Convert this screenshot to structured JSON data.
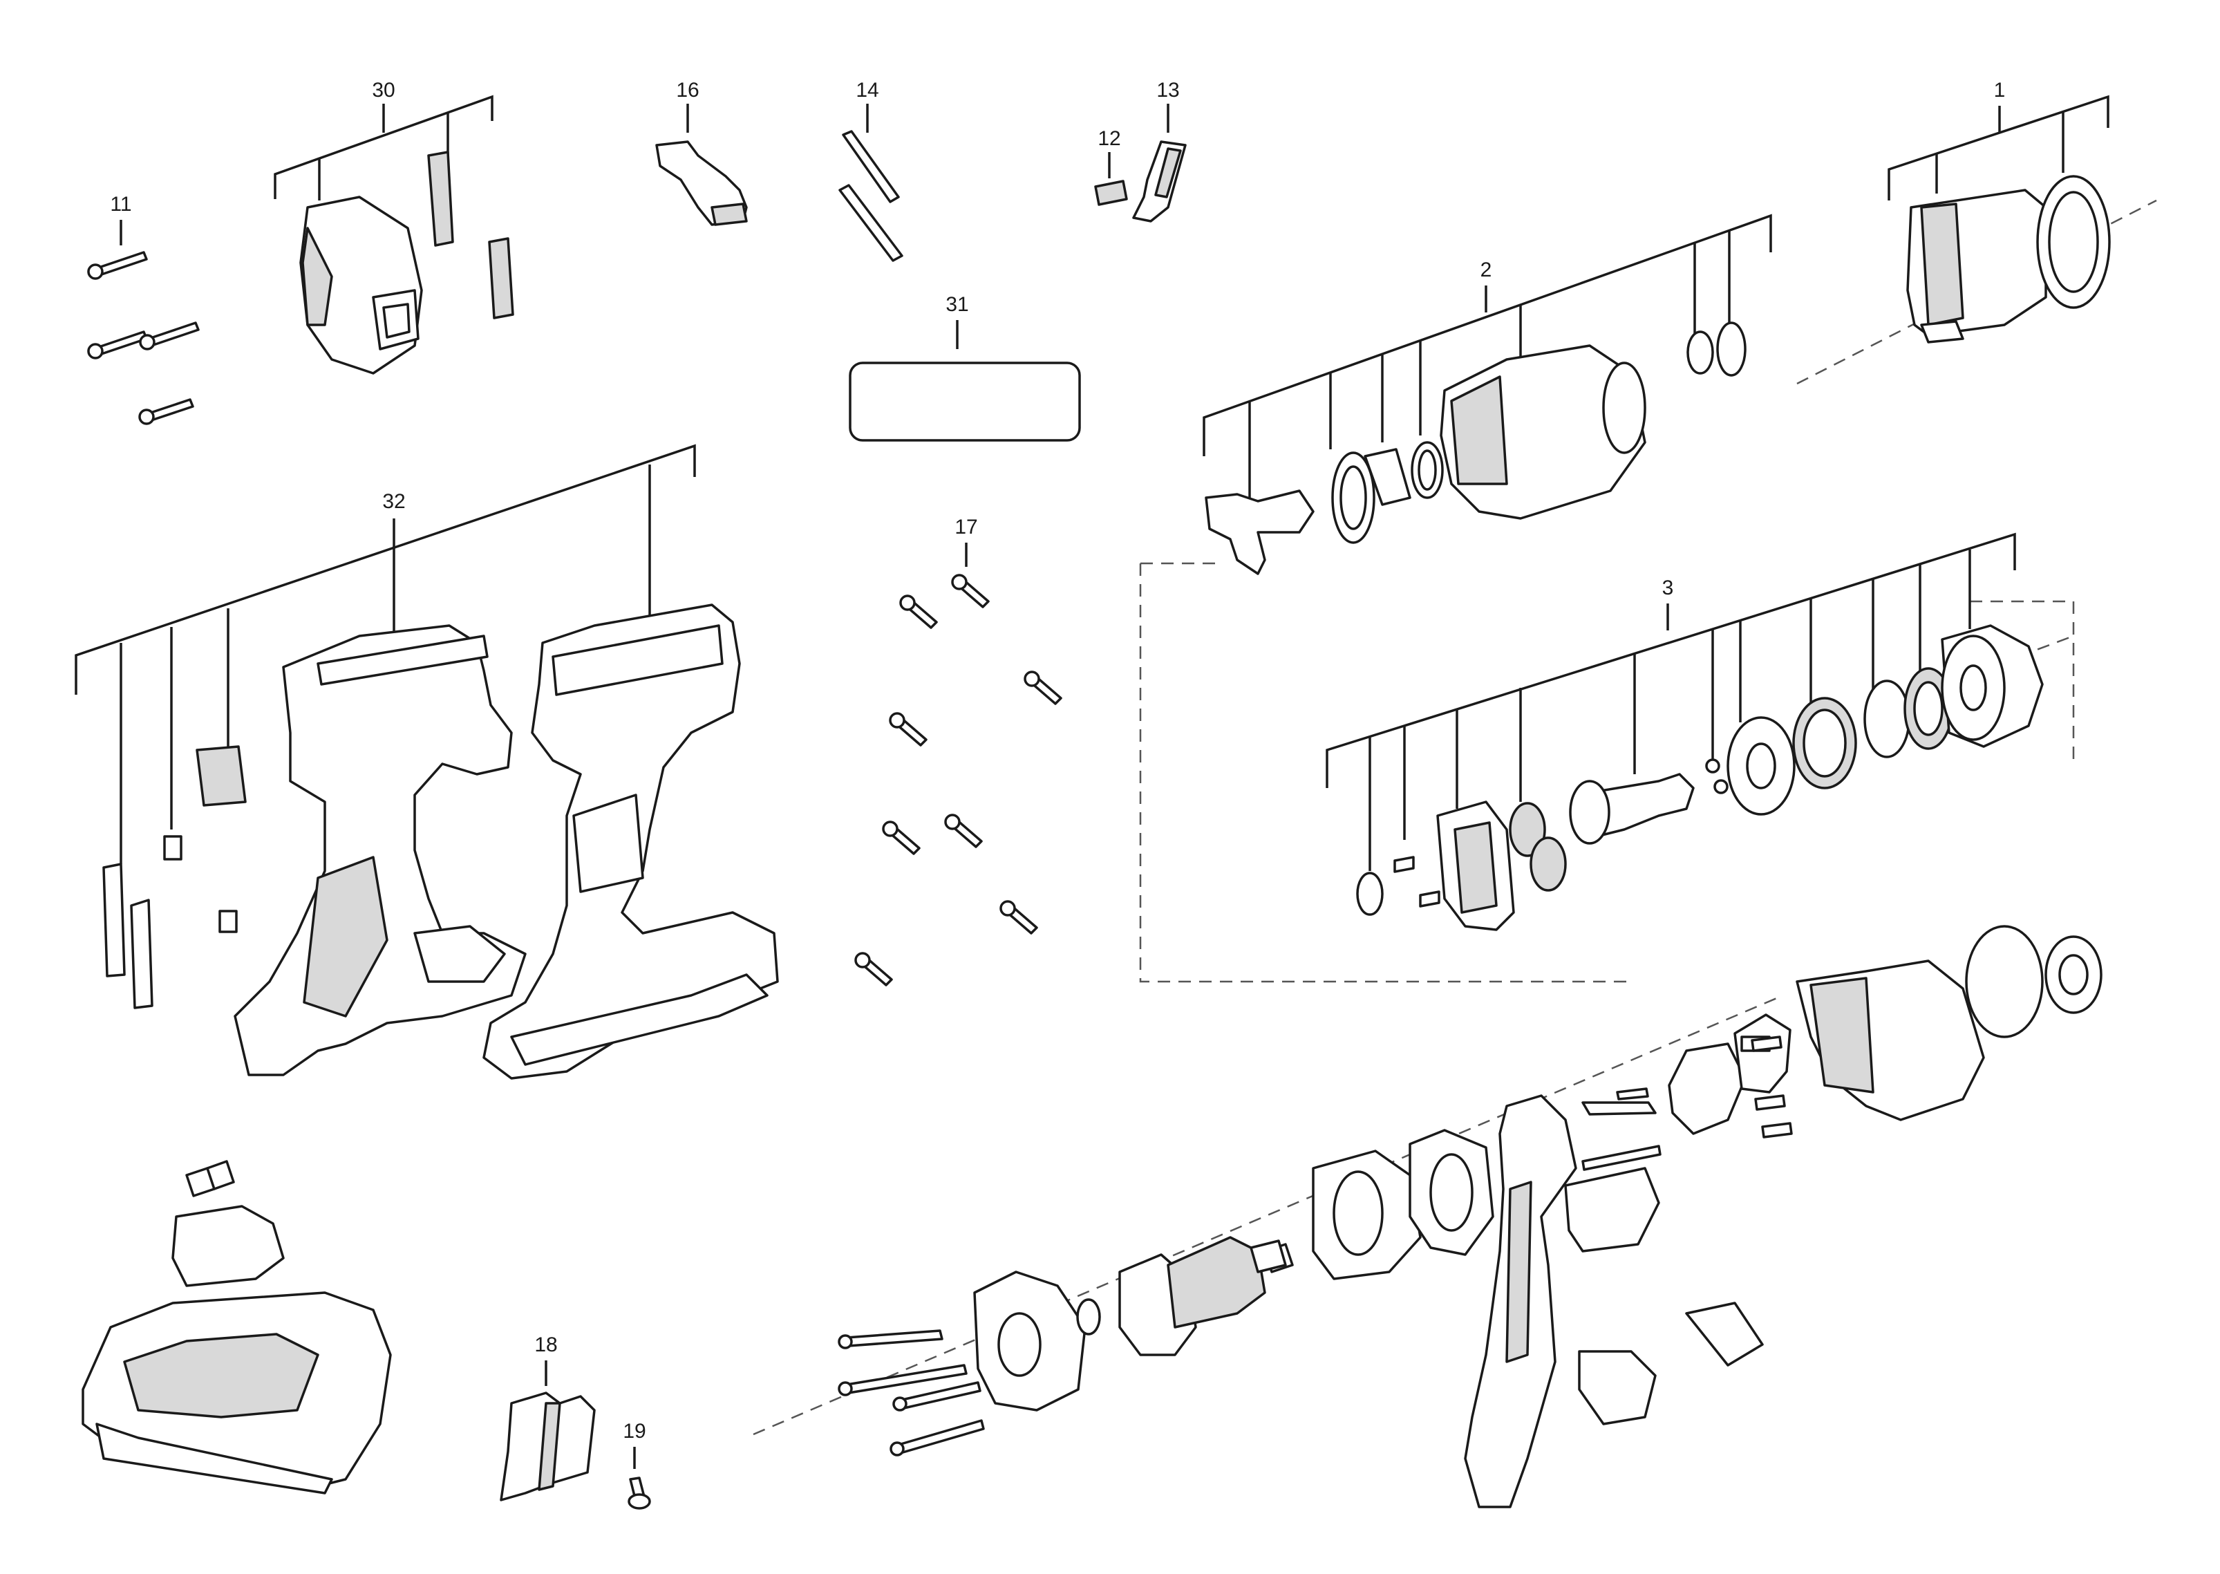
{
  "labels": {
    "p1": "1",
    "p2": "2",
    "p3": "3",
    "p11": "11",
    "p12": "12",
    "p13": "13",
    "p14": "14",
    "p16": "16",
    "p17": "17",
    "p18": "18",
    "p19": "19",
    "p30": "30",
    "p31": "31",
    "p32": "32"
  },
  "colors": {
    "line": "#1a1a1a",
    "background": "#ffffff",
    "shade": "#d9d9d9"
  }
}
